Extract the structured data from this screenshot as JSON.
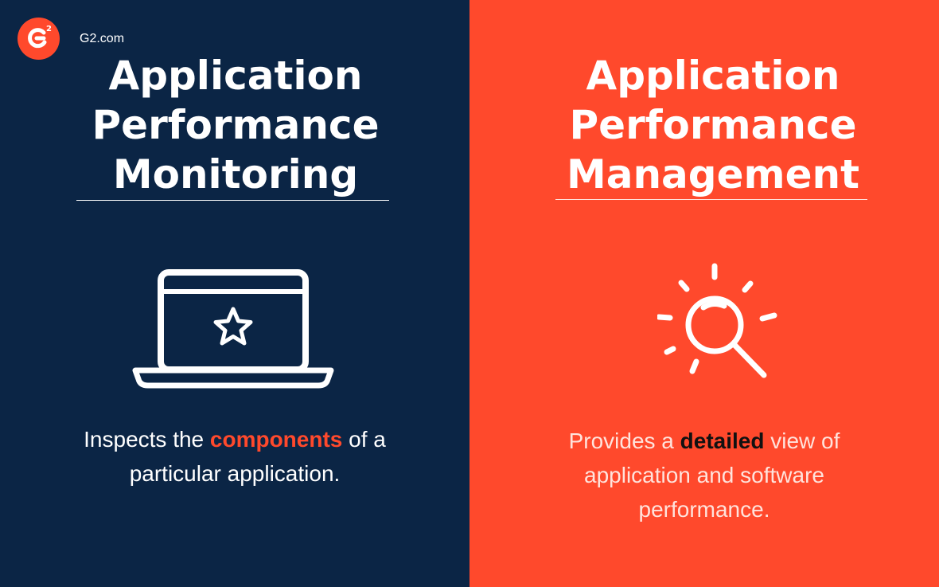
{
  "brand": {
    "logo_text": "G2",
    "site": "G2.com",
    "colors": {
      "navy": "#0b2545",
      "orange": "#ff492c",
      "white": "#ffffff"
    }
  },
  "left": {
    "title_lines": [
      "Application",
      "Performance",
      "Monitoring"
    ],
    "icon": "laptop-star-icon",
    "desc_before": "Inspects the ",
    "desc_highlight": "components",
    "desc_after_line1": " of a",
    "desc_line2": "particular application."
  },
  "right": {
    "title_lines": [
      "Application",
      "Performance",
      "Management"
    ],
    "icon": "magnifier-sun-icon",
    "desc_before": "Provides a ",
    "desc_highlight": "detailed",
    "desc_after_line1": " view of",
    "desc_line2": "application and software",
    "desc_line3": "performance."
  }
}
